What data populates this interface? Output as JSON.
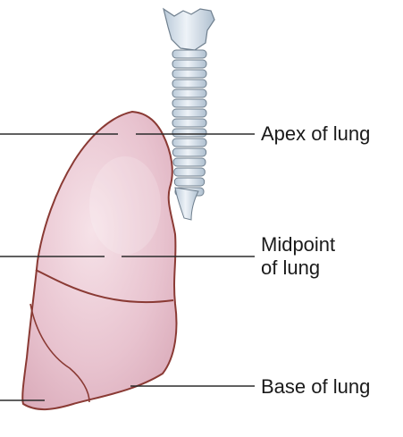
{
  "labels": {
    "apex": "Apex of lung",
    "midpoint_line1": "Midpoint",
    "midpoint_line2": "of lung",
    "base": "Base of lung"
  },
  "colors": {
    "lung_fill": "#e8c3cf",
    "lung_outline": "#8a3a34",
    "trachea_fill": "#d7e3ee",
    "trachea_outline": "#6f7f8e",
    "leader_line": "#2b2b2b"
  }
}
